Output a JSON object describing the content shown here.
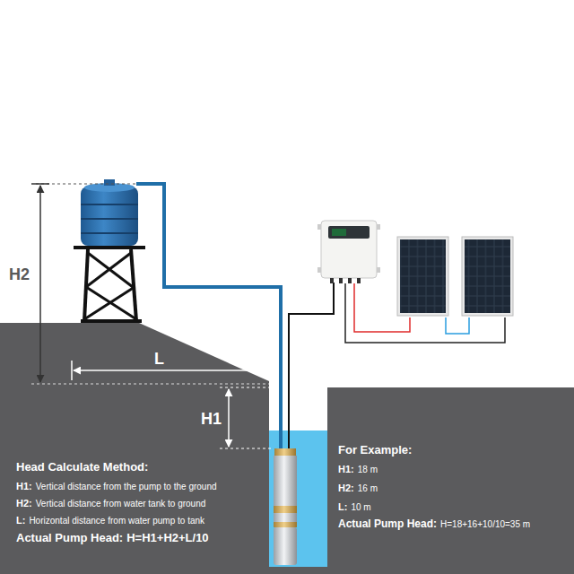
{
  "diagram": {
    "labels": [
      "H2",
      "L",
      "H1",
      "Head Calculate Method:",
      "H1:",
      "Vertical distance from the pump to the ground",
      "H2:",
      "Vertical distance from water tank to ground",
      "L:",
      "Horizontal distance from water pump to tank",
      "Actual Pump Head:",
      "H=H1+H2+L/10",
      "For Example:",
      "H1:",
      "18 m",
      "H2:",
      "16 m",
      "L:",
      "10 m",
      "Actual Pump Head:",
      "H=18+16+10/10=35 m"
    ]
  }
}
